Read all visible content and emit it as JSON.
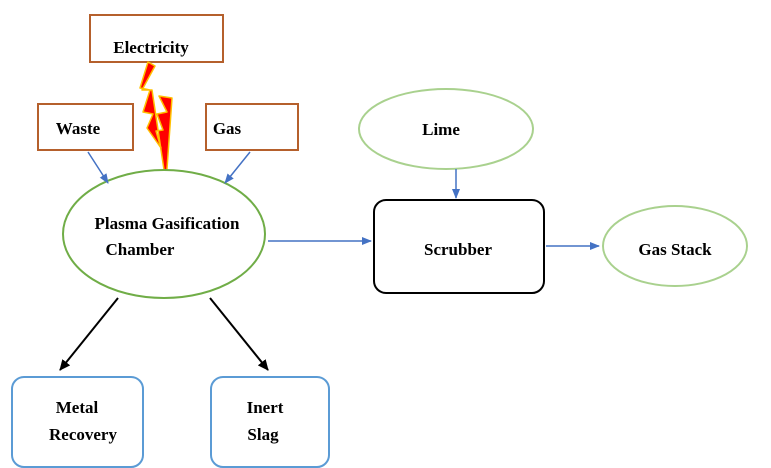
{
  "nodes": {
    "electricity": {
      "label": "Electricity"
    },
    "waste": {
      "label": "Waste"
    },
    "gas_input": {
      "label": "Gas"
    },
    "lime": {
      "label": "Lime"
    },
    "chamber": {
      "line1": "Plasma Gasification",
      "line2": "Chamber"
    },
    "scrubber": {
      "label": "Scrubber"
    },
    "gas_stack": {
      "label": "Gas Stack"
    },
    "metal_recovery": {
      "line1": "Metal",
      "line2": "Recovery"
    },
    "inert_slag": {
      "line1": "Inert",
      "line2": "Slag"
    }
  },
  "colors": {
    "input_box_border": "#b5602c",
    "ellipse_border": "#70ad47",
    "ellipse_light_border": "#a9d18e",
    "output_box_border": "#5b9bd5",
    "blue_arrow": "#4472c4",
    "black_arrow": "#000000",
    "lightning_fill": "#ff0000",
    "lightning_stroke": "#ffc000"
  },
  "icons": {
    "electricity": "lightning-bolt-icon"
  }
}
